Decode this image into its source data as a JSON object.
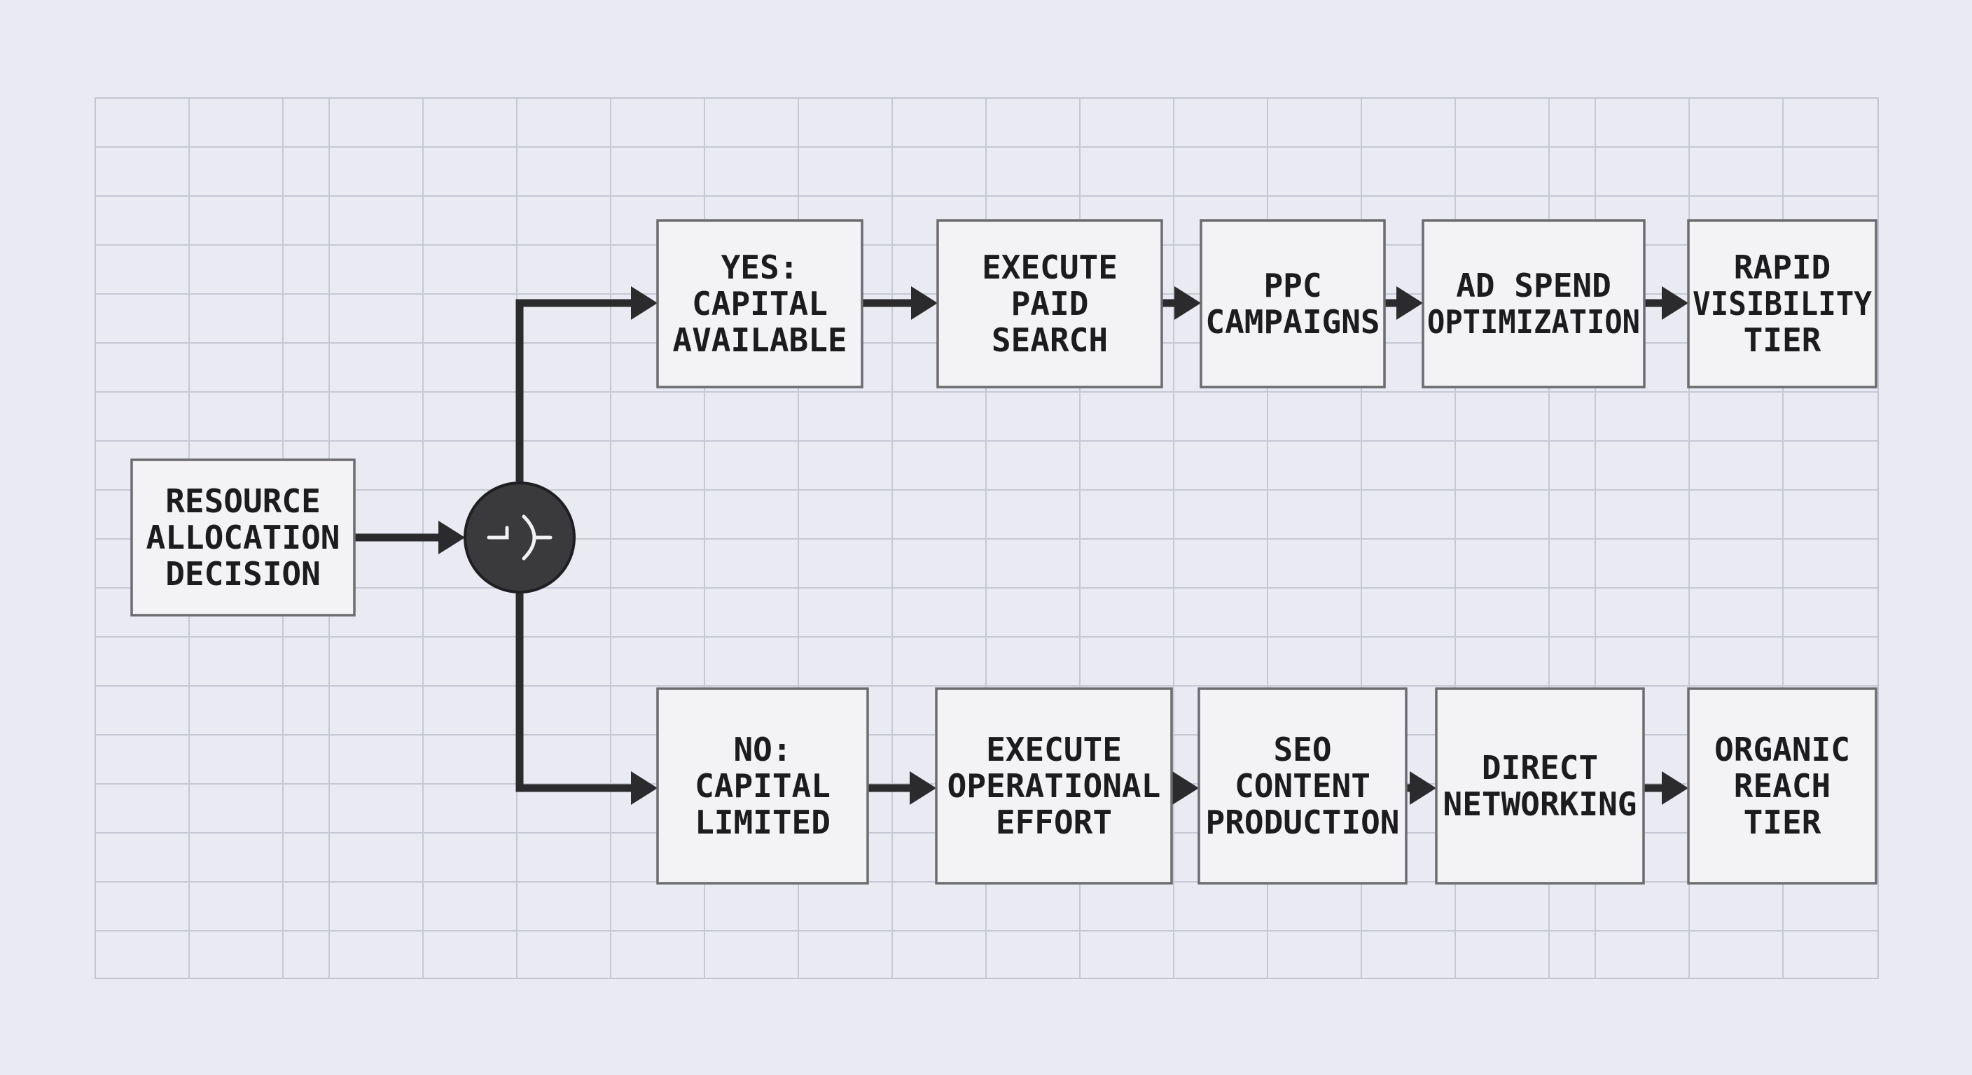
{
  "diagram": {
    "type": "decision-flowchart",
    "root": {
      "id": "resource_allocation",
      "label": [
        "RESOURCE",
        "ALLOCATION",
        "DECISION"
      ]
    },
    "decision_node": {
      "id": "decision",
      "icon": "decision-switch-icon"
    },
    "branches": [
      {
        "id": "yes_branch",
        "nodes": [
          {
            "id": "yes_capital",
            "label": [
              "YES:",
              "CAPITAL",
              "AVAILABLE"
            ]
          },
          {
            "id": "execute_paid",
            "label": [
              "EXECUTE",
              "PAID",
              "SEARCH"
            ]
          },
          {
            "id": "ppc",
            "label": [
              "PPC",
              "CAMPAIGNS"
            ]
          },
          {
            "id": "ad_spend",
            "label": [
              "AD SPEND",
              "OPTIMIZATION"
            ]
          },
          {
            "id": "rapid_visibility",
            "label": [
              "RAPID",
              "VISIBILITY",
              "TIER"
            ]
          }
        ]
      },
      {
        "id": "no_branch",
        "nodes": [
          {
            "id": "no_capital",
            "label": [
              "NO:",
              "CAPITAL",
              "LIMITED"
            ]
          },
          {
            "id": "execute_operational",
            "label": [
              "EXECUTE",
              "OPERATIONAL",
              "EFFORT"
            ]
          },
          {
            "id": "seo",
            "label": [
              "SEO",
              "CONTENT",
              "PRODUCTION"
            ]
          },
          {
            "id": "direct_networking",
            "label": [
              "DIRECT",
              "NETWORKING"
            ]
          },
          {
            "id": "organic_reach",
            "label": [
              "ORGANIC",
              "REACH",
              "TIER"
            ]
          }
        ]
      }
    ],
    "edges": [
      [
        "resource_allocation",
        "decision"
      ],
      [
        "decision",
        "yes_capital"
      ],
      [
        "decision",
        "no_capital"
      ],
      [
        "yes_capital",
        "execute_paid"
      ],
      [
        "execute_paid",
        "ppc"
      ],
      [
        "ppc",
        "ad_spend"
      ],
      [
        "ad_spend",
        "rapid_visibility"
      ],
      [
        "no_capital",
        "execute_operational"
      ],
      [
        "execute_operational",
        "seo"
      ],
      [
        "seo",
        "direct_networking"
      ],
      [
        "direct_networking",
        "organic_reach"
      ]
    ],
    "colors": {
      "background": "#e9eaf2",
      "grid": "#c6c8d4",
      "box_fill": "#f3f3f6",
      "box_stroke": "#6b6b70",
      "connector": "#2b2a2c",
      "decision_fill": "#3a393c",
      "decision_stroke": "#1f1e20",
      "text": "#1c1c1e"
    }
  }
}
